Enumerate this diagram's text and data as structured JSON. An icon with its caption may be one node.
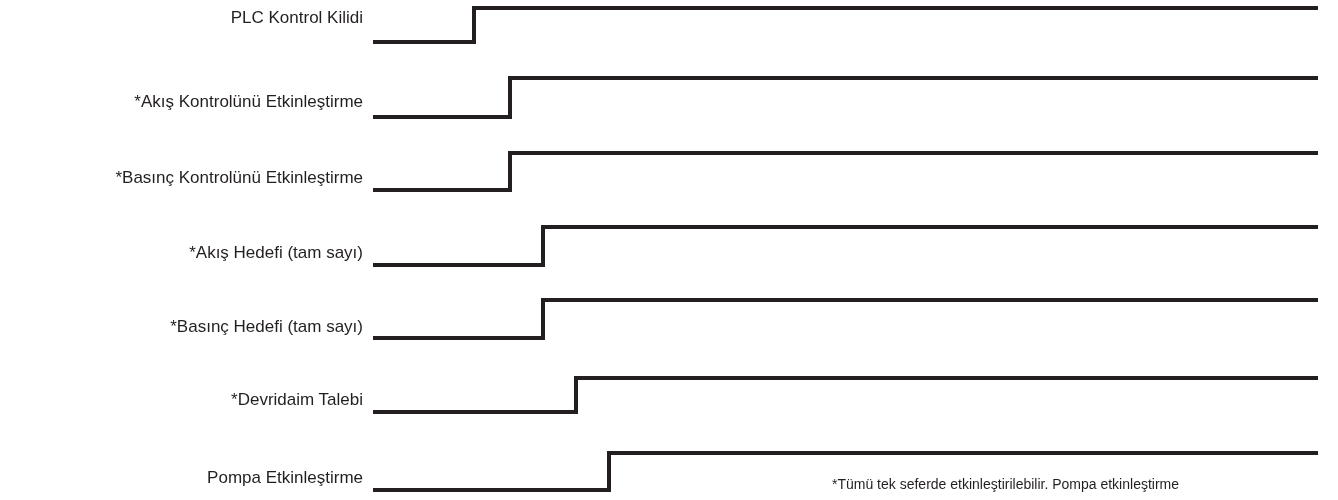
{
  "diagram": {
    "labels": [
      "PLC Kontrol Kilidi",
      "*Akış Kontrolünü Etkinleştirme",
      "*Basınç Kontrolünü Etkinleştirme",
      "*Akış Hedefi (tam sayı)",
      "*Basınç Hedefi (tam sayı)",
      "*Devridaim Talebi",
      "Pompa Etkinleştirme",
      "*Tümü tek seferde etkinleştirilebilir. Pompa etkinleştirme"
    ]
  }
}
